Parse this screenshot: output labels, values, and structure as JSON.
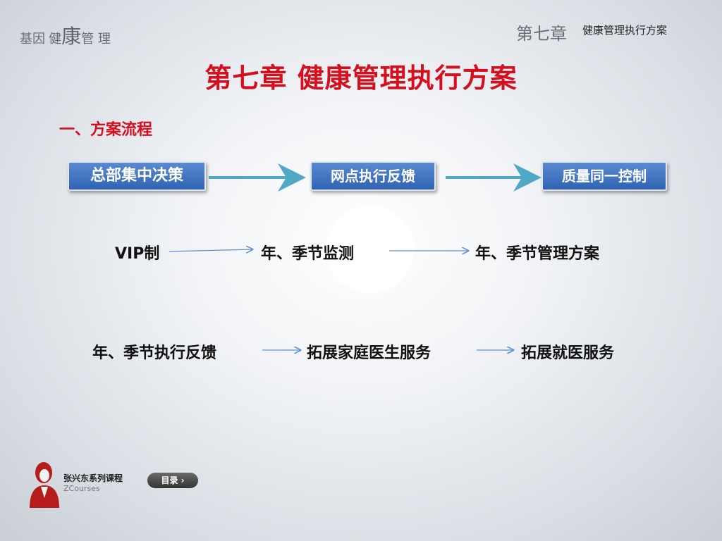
{
  "header": {
    "logo": {
      "part1": "基因",
      "part2": "健",
      "part3": "康",
      "part4": "管 理"
    },
    "chapter": "第七章",
    "chapter_title": "健康管理执行方案"
  },
  "title": "第七章 健康管理执行方案",
  "section_heading": "一、方案流程",
  "flow_boxes": [
    "总部集中决策",
    "网点执行反馈",
    "质量同一控制"
  ],
  "row1": [
    "VIP制",
    "年、季节监测",
    "年、季节管理方案"
  ],
  "row2": [
    "年、季节执行反馈",
    "拓展家庭医生服务",
    "拓展就医服务"
  ],
  "footer": {
    "series": "张兴东系列课程",
    "brand": "ZCourses",
    "toc_button": "目录 ›"
  },
  "colors": {
    "title_red": "#d40f1e",
    "box_blue": "#2f63b3",
    "arrow_teal": "#4fa8c6",
    "arrow_blue": "#5b8fd4"
  }
}
